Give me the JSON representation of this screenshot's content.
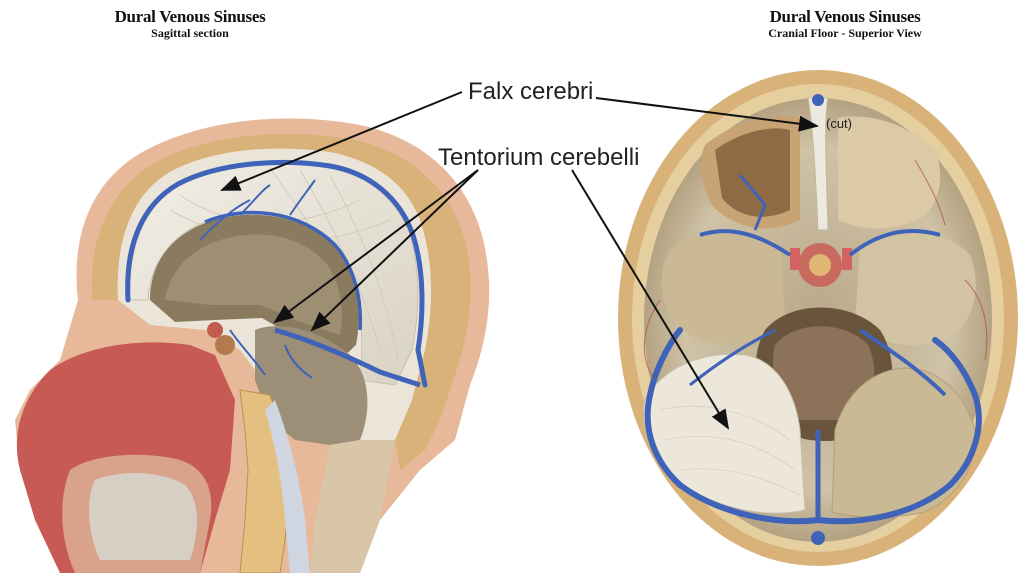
{
  "left_panel": {
    "title": "Dural Venous Sinuses",
    "subtitle": "Sagittal section"
  },
  "right_panel": {
    "title": "Dural Venous Sinuses",
    "subtitle": "Cranial Floor - Superior View"
  },
  "labels": {
    "falx": "Falx cerebri",
    "tentorium": "Tentorium cerebelli",
    "cut": "(cut)"
  },
  "colors": {
    "skin": "#e8b89a",
    "bone": "#d9b27a",
    "dura": "#e9e4d6",
    "sinus_blue": "#3f63b8",
    "flesh_red": "#c85a55",
    "shadow": "#7a6a52"
  }
}
